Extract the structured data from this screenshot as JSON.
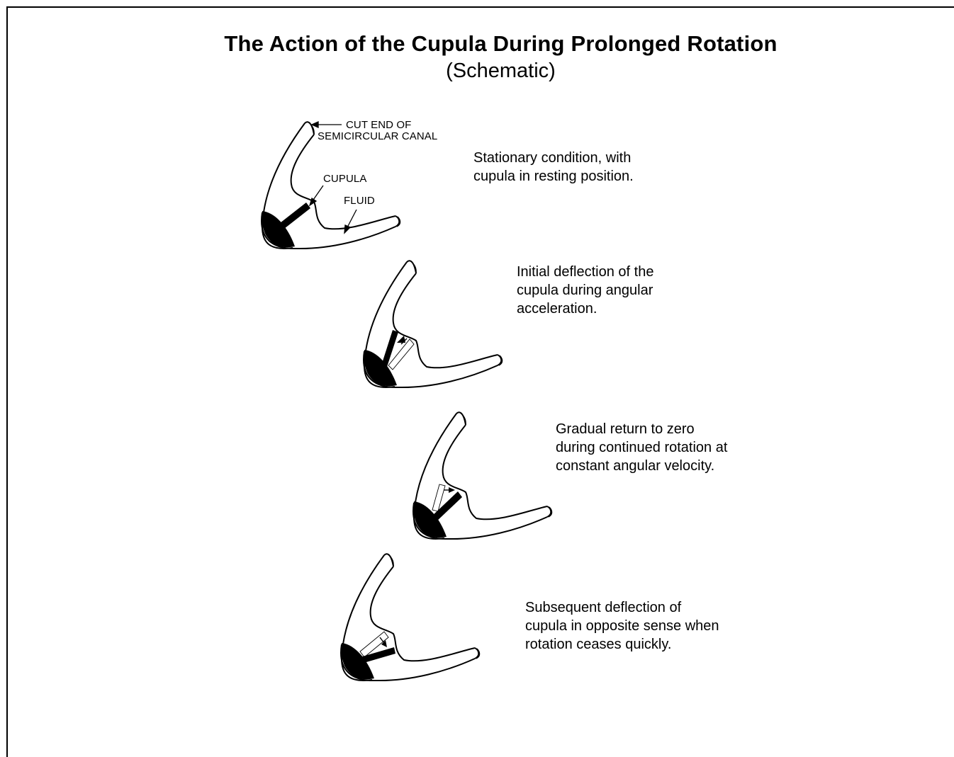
{
  "figure": {
    "title": "The Action of the Cupula During Prolonged Rotation",
    "subtitle": "(Schematic)"
  },
  "callouts": {
    "cut_end_line1": "CUT END OF",
    "cut_end_line2": "SEMICIRCULAR CANAL",
    "cupula": "CUPULA",
    "fluid": "FLUID"
  },
  "stages": [
    {
      "caption_lines": [
        "Stationary condition, with",
        "cupula in resting position."
      ]
    },
    {
      "caption_lines": [
        "Initial deflection of the",
        "cupula during angular",
        "acceleration."
      ]
    },
    {
      "caption_lines": [
        "Gradual return to zero",
        "during continued rotation at",
        "constant angular velocity."
      ]
    },
    {
      "caption_lines": [
        "Subsequent deflection of",
        "cupula in opposite sense when",
        "rotation ceases quickly."
      ]
    }
  ]
}
